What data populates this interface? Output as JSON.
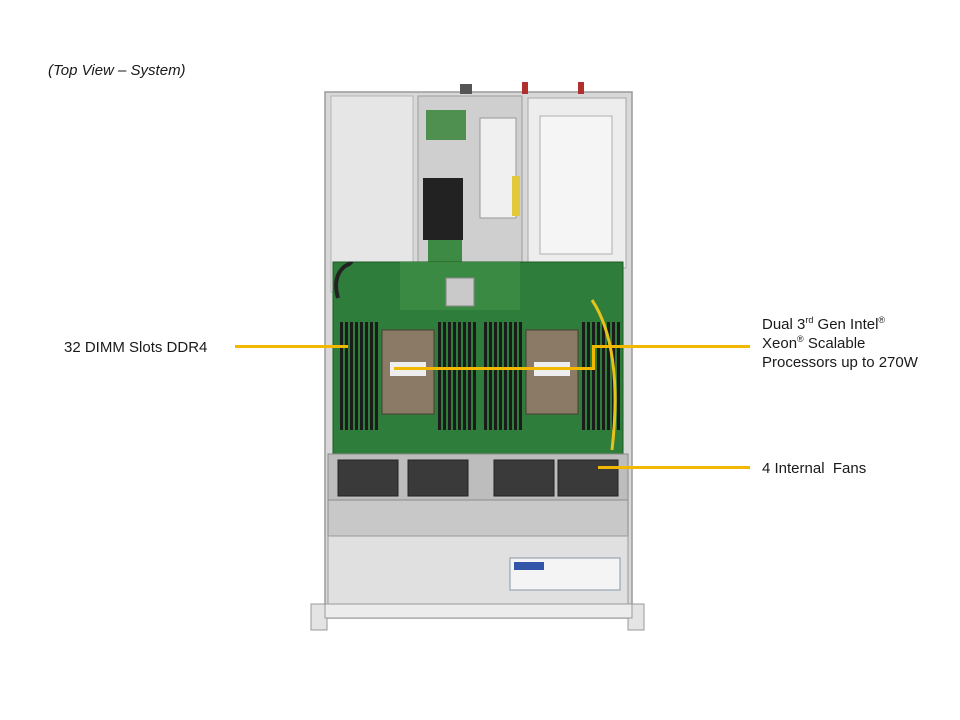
{
  "caption": "(Top View – System)",
  "labels": {
    "dimm": "32 DIMM Slots DDR4",
    "cpu": {
      "l1_a": "Dual 3",
      "l1_sup": "rd",
      "l1_b": " Gen Intel",
      "l1_reg": "®",
      "l2_a": "Xeon",
      "l2_reg": "®",
      "l2_b": " Scalable",
      "l3": "Processors up to 270W"
    },
    "fans": "4 Internal  Fans"
  },
  "colors": {
    "callout_line": "#f2b800",
    "board_green": "#2f7d3a",
    "chassis": "#dcdcdc"
  }
}
